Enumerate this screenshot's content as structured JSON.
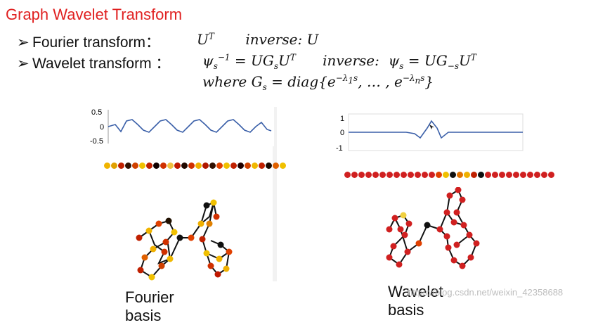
{
  "title": "Graph Wavelet Transform",
  "bullets": {
    "fourier_label": "Fourier transform：",
    "fourier_math": "U^T      inverse: U",
    "wavelet_label": "Wavelet transform ：",
    "wavelet_math": "ψs^-1 = UGsU^T      inverse:  ψs = UG-sU^T",
    "where_math": "where Gs = diag{e^-λ1s, … , e^-λns}"
  },
  "left_panel": {
    "caption": "Fourier basis",
    "y_ticks": [
      "0.5",
      "0",
      "-0.5"
    ],
    "dot_colors": [
      "#f0b400",
      "#e0a000",
      "#c02000",
      "#301000",
      "#d04000",
      "#f0c000",
      "#c02000",
      "#100000",
      "#d03000",
      "#f0c040",
      "#c01800",
      "#200800",
      "#d03000",
      "#f0b000",
      "#b01800",
      "#301000",
      "#e04000",
      "#f0c000",
      "#c02000",
      "#200000",
      "#d04000",
      "#f0b800",
      "#c02000",
      "#1a0a00",
      "#e06000",
      "#f0c000"
    ]
  },
  "right_panel": {
    "caption": "Wavelet basis",
    "y_ticks": [
      "1",
      "0",
      "-1"
    ],
    "dot_colors": [
      "#d02020",
      "#d02020",
      "#d02020",
      "#d02020",
      "#d02020",
      "#d02020",
      "#d02020",
      "#d02020",
      "#d02020",
      "#d02020",
      "#d02020",
      "#d02020",
      "#d02020",
      "#e04000",
      "#f0c000",
      "#101010",
      "#e07000",
      "#f0b000",
      "#c02000",
      "#101010",
      "#d02020",
      "#d02020",
      "#d02020",
      "#d02020",
      "#d02020",
      "#d02020",
      "#d02020",
      "#d02020",
      "#d02020",
      "#d02020"
    ]
  },
  "watermark": "https://blog.csdn.net/weixin_42358688"
}
